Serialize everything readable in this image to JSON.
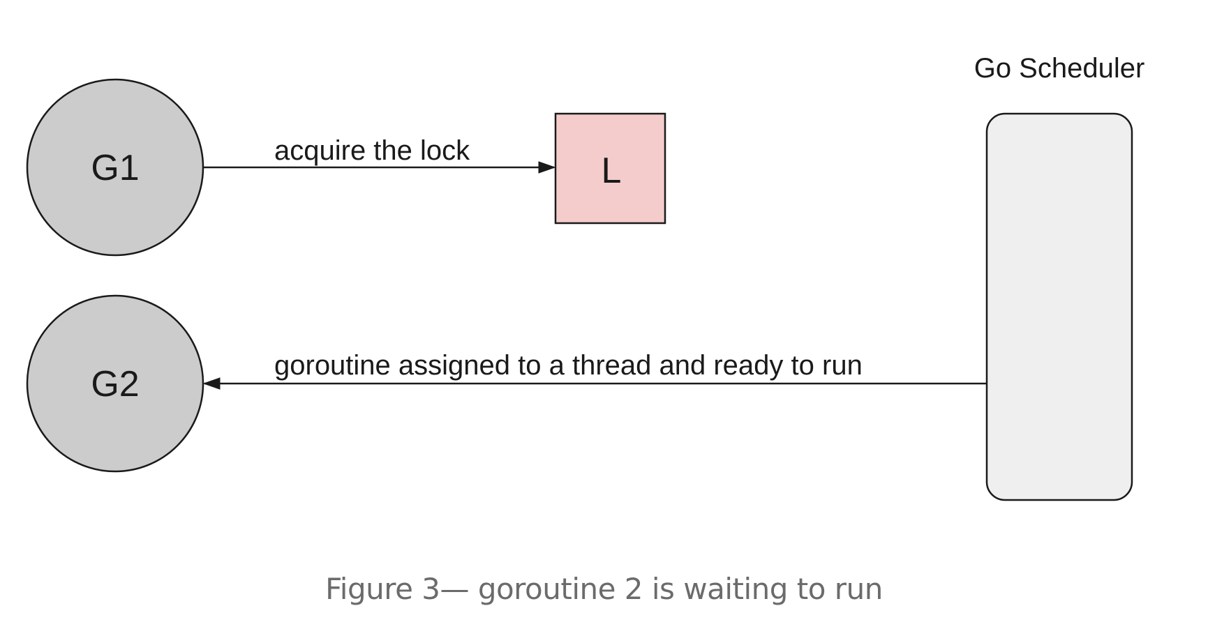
{
  "nodes": {
    "g1": {
      "label": "G1",
      "fill": "#cccccc"
    },
    "g2": {
      "label": "G2",
      "fill": "#cccccc"
    },
    "lock": {
      "label": "L",
      "fill": "#f4cccc"
    },
    "scheduler": {
      "title": "Go Scheduler",
      "fill": "#efefef"
    }
  },
  "edges": {
    "acquire": {
      "label": "acquire the lock"
    },
    "assigned": {
      "label": "goroutine assigned to a thread and ready to run"
    }
  },
  "caption": "Figure 3— goroutine 2 is waiting to run",
  "colors": {
    "stroke": "#1a1a1a",
    "caption": "#6b6b6b"
  }
}
